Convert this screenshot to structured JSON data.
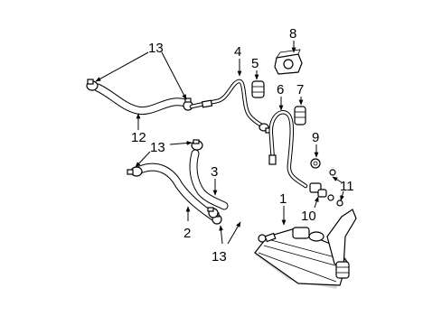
{
  "callouts": {
    "c1": "1",
    "c2": "2",
    "c3": "3",
    "c4": "4",
    "c5": "5",
    "c6": "6",
    "c7": "7",
    "c8": "8",
    "c9": "9",
    "c10": "10",
    "c11": "11",
    "c12": "12",
    "c13a": "13",
    "c13b": "13",
    "c13c": "13"
  }
}
